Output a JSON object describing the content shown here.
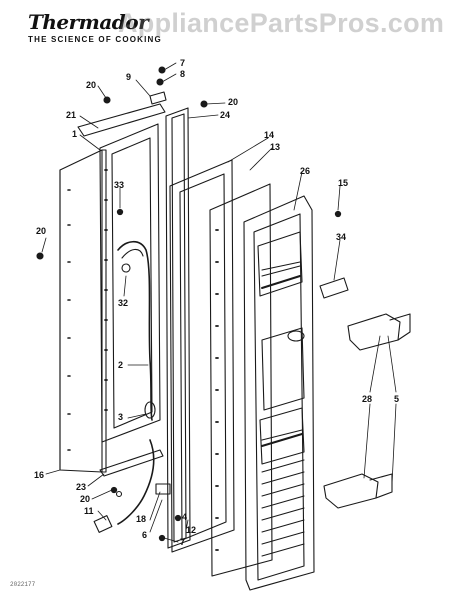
{
  "header": {
    "brand": "Thermador",
    "tagline": "THE SCIENCE OF COOKING",
    "watermark": "AppliancePartsPros.com"
  },
  "footer_code": "2022177",
  "callouts": [
    "7",
    "8",
    "9",
    "20",
    "20",
    "21",
    "24",
    "1",
    "14",
    "13",
    "26",
    "15",
    "33",
    "20",
    "34",
    "32",
    "2",
    "28",
    "5",
    "3",
    "16",
    "23",
    "20",
    "11",
    "18",
    "6",
    "4",
    "12",
    "7"
  ],
  "colors": {
    "line": "#1a1a1a",
    "watermark": "#8a8a8a"
  }
}
